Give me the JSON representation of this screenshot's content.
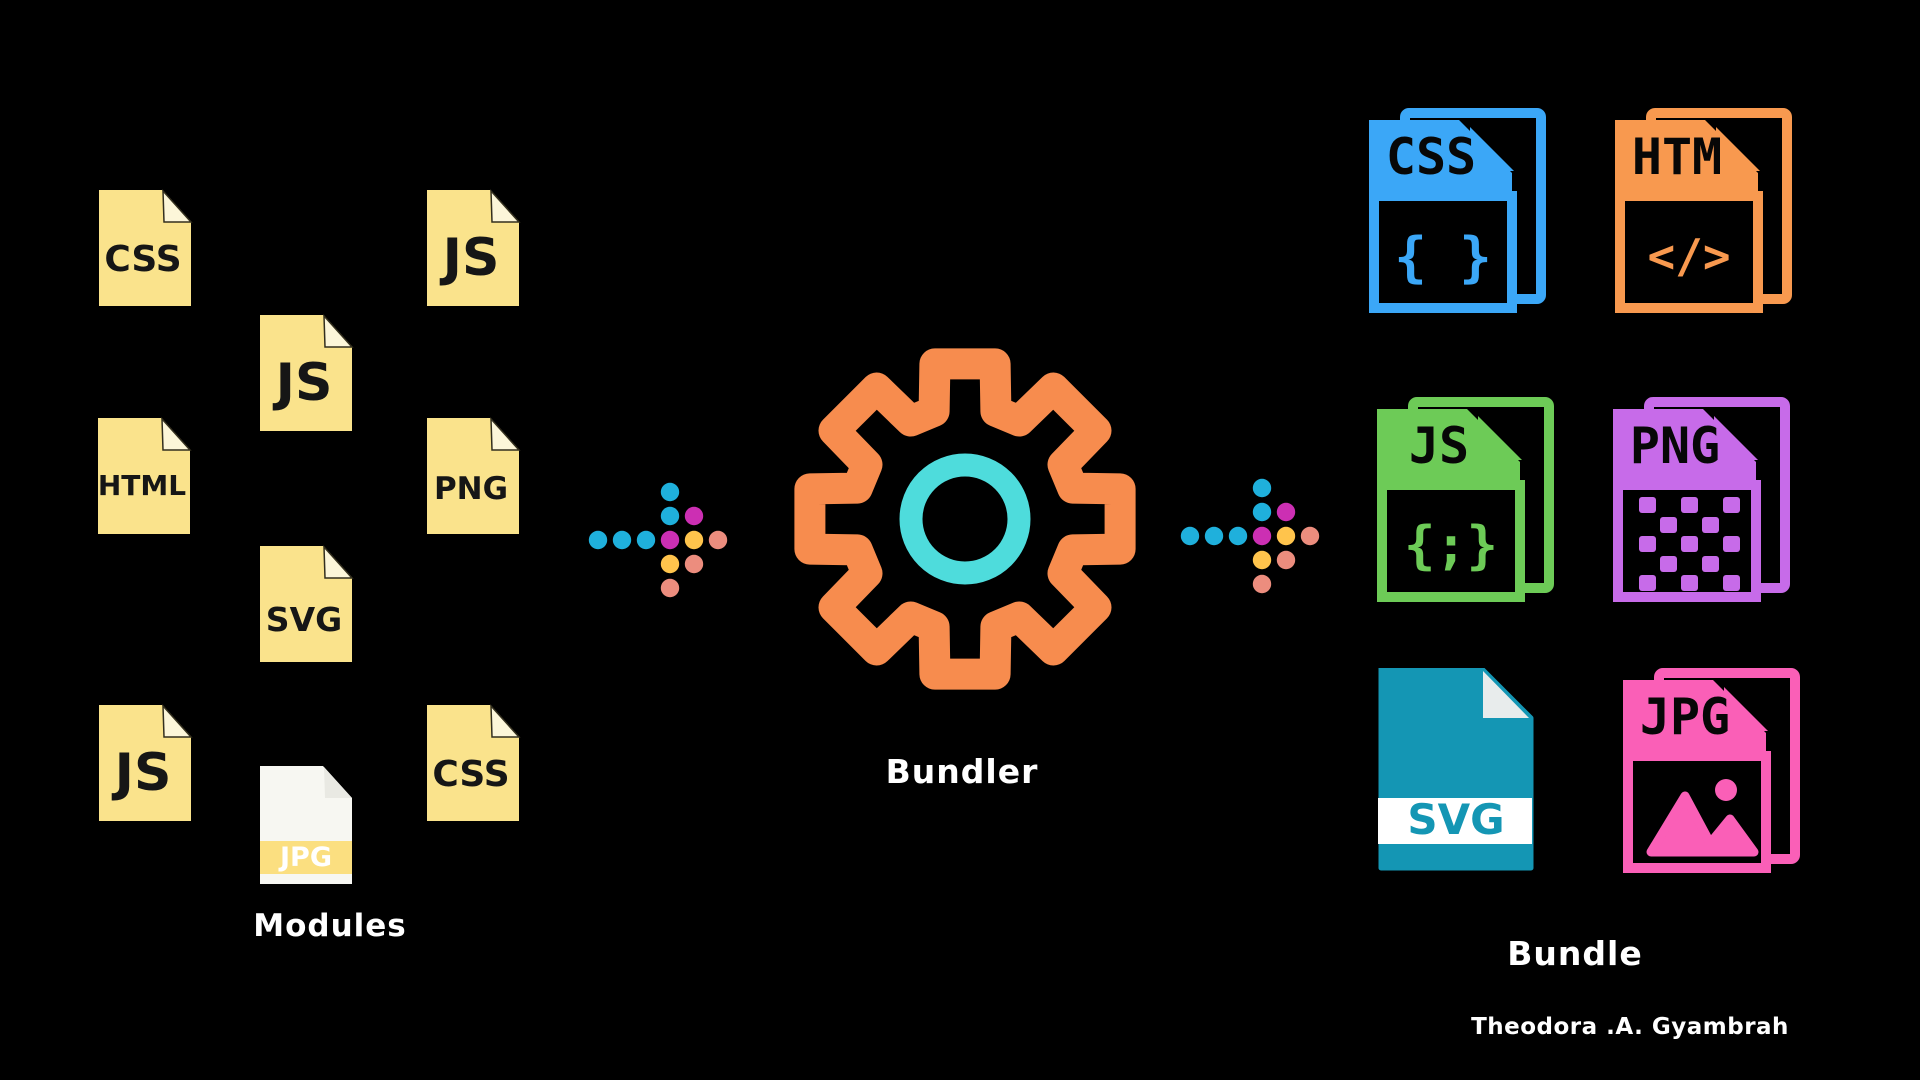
{
  "title": "Bundler diagram",
  "palette": {
    "background": "#000000",
    "module_file_yellow": "#FAE38C",
    "module_file_fold": "#FCF6D9",
    "module_text": "#161616",
    "jpg_module_body": "#F7F7F2",
    "jpg_module_fold": "#E9E9E3",
    "jpg_module_band": "#FBDF80",
    "bundle_css_blue": "#3BA7F7",
    "bundle_htm_orange": "#F8994F",
    "bundle_js_green": "#6DCB57",
    "bundle_png_purple": "#C76BE9",
    "bundle_svg_teal": "#1496B4",
    "bundle_svg_fold": "#E8ECEC",
    "bundle_jpg_pink": "#FA5FB7",
    "gear_orange": "#F78C4E",
    "gear_ring_teal": "#4EDCDC",
    "label_text": "#FFFFFF"
  },
  "modules": {
    "label": "Modules",
    "files": [
      {
        "kind": "css",
        "label": "CSS"
      },
      {
        "kind": "js",
        "label": "JS"
      },
      {
        "kind": "js",
        "label": "JS"
      },
      {
        "kind": "html",
        "label": "HTML"
      },
      {
        "kind": "png",
        "label": "PNG"
      },
      {
        "kind": "svg",
        "label": "SVG"
      },
      {
        "kind": "js",
        "label": "JS"
      },
      {
        "kind": "jpg",
        "label": "JPG"
      },
      {
        "kind": "css",
        "label": "CSS"
      }
    ]
  },
  "bundler": {
    "label": "Bundler",
    "icon": "gear-icon"
  },
  "bundle": {
    "label": "Bundle",
    "files": [
      {
        "kind": "css",
        "label": "CSS",
        "glyph": "{ }"
      },
      {
        "kind": "htm",
        "label": "HTM",
        "glyph": "</>"
      },
      {
        "kind": "js",
        "label": "JS",
        "glyph": "{;}"
      },
      {
        "kind": "png",
        "label": "PNG",
        "glyph_icon": "checkerboard-pattern"
      },
      {
        "kind": "svg",
        "label": "SVG"
      },
      {
        "kind": "jpg",
        "label": "JPG",
        "glyph_icon": "image-mountains-icon"
      }
    ]
  },
  "credit": "Theodora .A. Gyambrah",
  "arrow_dots": {
    "colors": {
      "cyan": "#1FB0DC",
      "magenta": "#CC2FB3",
      "yellow": "#FFC44C",
      "salmon": "#EC8D7E"
    },
    "pattern": [
      {
        "c": 3,
        "r": 0,
        "color": "cyan"
      },
      {
        "c": 3,
        "r": 1,
        "color": "cyan"
      },
      {
        "c": 4,
        "r": 1,
        "color": "magenta"
      },
      {
        "c": 0,
        "r": 2,
        "color": "cyan"
      },
      {
        "c": 1,
        "r": 2,
        "color": "cyan"
      },
      {
        "c": 2,
        "r": 2,
        "color": "cyan"
      },
      {
        "c": 3,
        "r": 2,
        "color": "magenta"
      },
      {
        "c": 4,
        "r": 2,
        "color": "yellow"
      },
      {
        "c": 5,
        "r": 2,
        "color": "salmon"
      },
      {
        "c": 3,
        "r": 3,
        "color": "yellow"
      },
      {
        "c": 4,
        "r": 3,
        "color": "salmon"
      },
      {
        "c": 3,
        "r": 4,
        "color": "salmon"
      }
    ]
  }
}
